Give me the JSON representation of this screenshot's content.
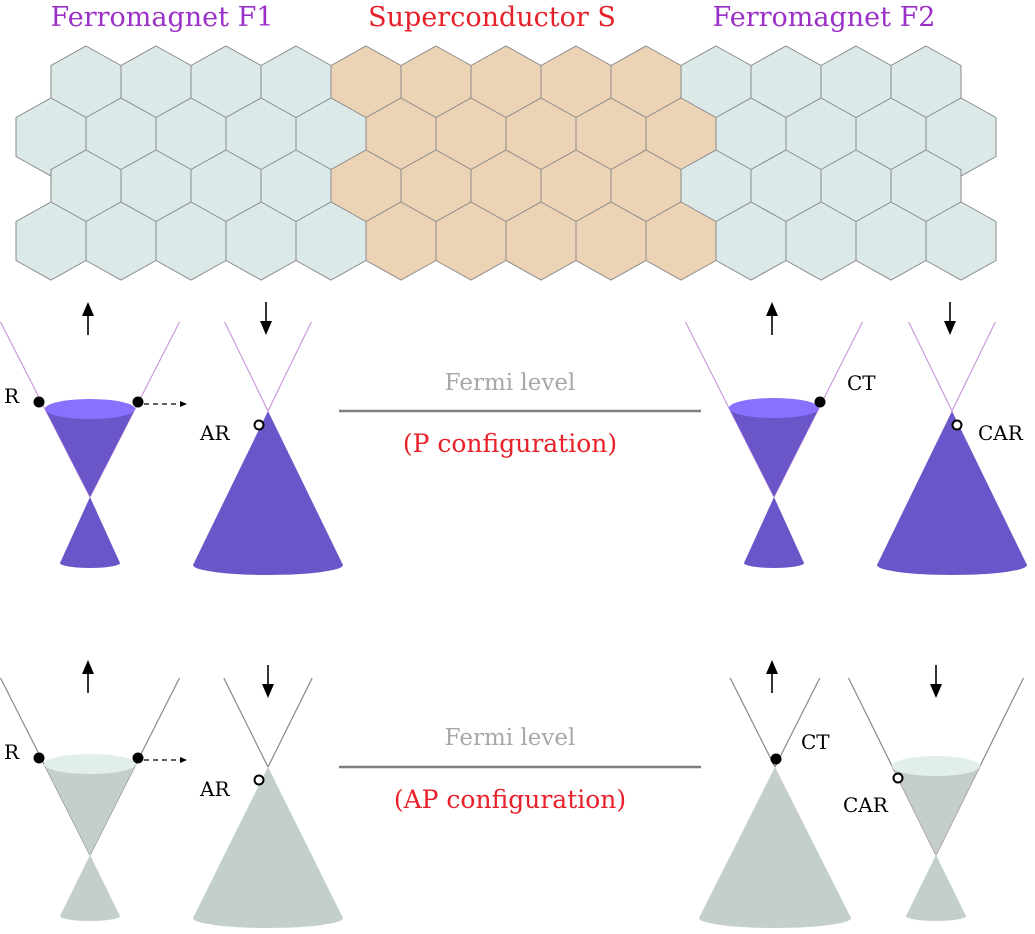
{
  "regions": {
    "f1": "Ferromagnet F1",
    "s": "Superconductor S",
    "f2": "Ferromagnet F2"
  },
  "colors": {
    "ferromagnet_label": "#9b30c8",
    "superconductor_label": "#e8202a",
    "ferromagnet_hex": "#dbe9e8",
    "superconductor_hex": "#edd3b5",
    "hex_stroke": "#8a8a8a",
    "p_cone": "#6b56c9",
    "p_cone_top": "#8a70ff",
    "p_line": "#cc99dd",
    "ap_cone": "#c4cfcd",
    "ap_cone_top": "#e1eeec",
    "ap_line": "#888888",
    "fermi_text": "#a8a8a8",
    "fermi_line": "#7a7f7f",
    "config_text": "#e8202a"
  },
  "p_panel": {
    "fermi_label": "Fermi level",
    "config_label": "(P configuration)",
    "labels": {
      "r": "R",
      "ar": "AR",
      "ct": "CT",
      "car": "CAR"
    }
  },
  "ap_panel": {
    "fermi_label": "Fermi level",
    "config_label": "(AP configuration)",
    "labels": {
      "r": "R",
      "ar": "AR",
      "ct": "CT",
      "car": "CAR"
    }
  },
  "spins": {
    "up": "up-arrow-icon",
    "down": "down-arrow-icon"
  }
}
